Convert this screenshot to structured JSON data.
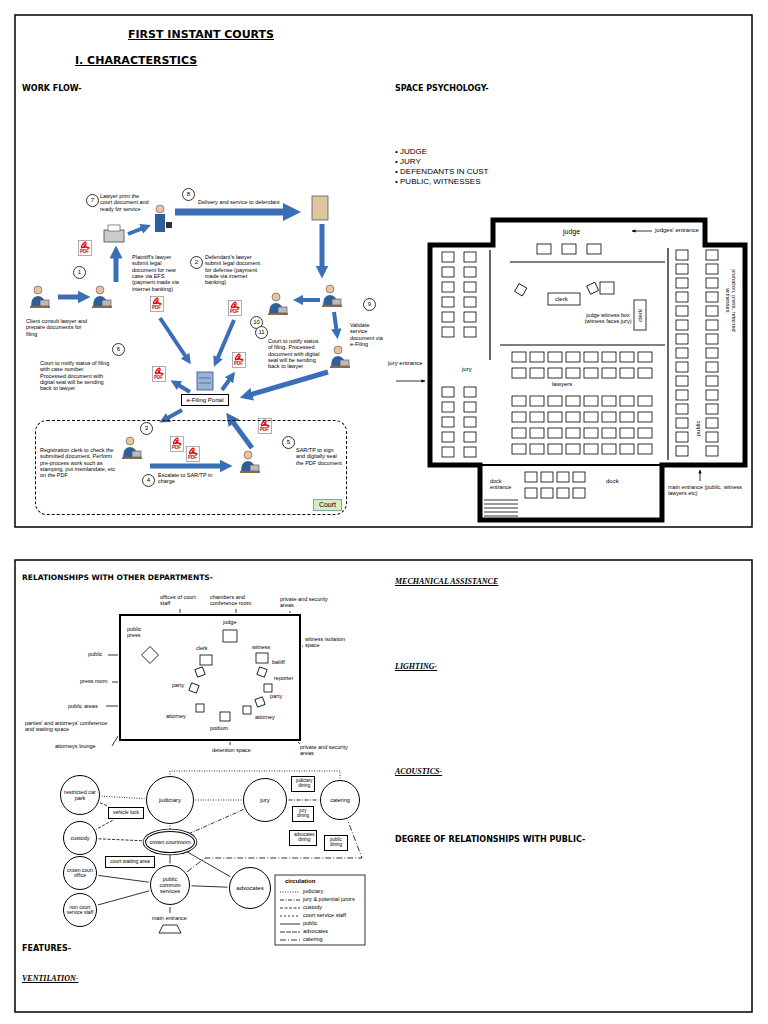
{
  "diagram": {
    "title": "FIRST INSTANT COURTS",
    "nodes": [
      {
        "text": [
          "e-Filing Portal"
        ]
      },
      {
        "text": [
          "Court"
        ]
      },
      {
        "text": [
          "restricted car park"
        ]
      },
      {
        "text": [
          "vehicle lock"
        ]
      },
      {
        "text": [
          "judiciary"
        ]
      },
      {
        "text": [
          "jury"
        ]
      },
      {
        "text": [
          "judiciary dining"
        ]
      },
      {
        "text": [
          "jury dining"
        ]
      },
      {
        "text": [
          "catering"
        ]
      },
      {
        "text": [
          "custody"
        ]
      },
      {
        "text": [
          "crown courtroom"
        ]
      },
      {
        "text": [
          "advocates dining"
        ]
      },
      {
        "text": [
          "public dining"
        ]
      },
      {
        "text": [
          "court waiting area"
        ]
      },
      {
        "text": [
          "public common services"
        ]
      },
      {
        "text": [
          "advocates"
        ]
      },
      {
        "text": [
          "crown court office"
        ]
      },
      {
        "text": [
          "non court service staff"
        ]
      }
    ],
    "edges": [
      {
        "from": 2,
        "to": 4,
        "arrow": "none"
      },
      {
        "from": 2,
        "to": 3,
        "arrow": "none"
      },
      {
        "from": 3,
        "to": 9,
        "arrow": "none"
      },
      {
        "from": 4,
        "to": 5,
        "arrow": "none"
      },
      {
        "from": 4,
        "to": 10,
        "arrow": "none"
      },
      {
        "from": 5,
        "to": 10,
        "arrow": "none"
      },
      {
        "from": 9,
        "to": 10,
        "arrow": "none"
      },
      {
        "from": 4,
        "to": 8,
        "arrow": "none"
      },
      {
        "from": 5,
        "to": 8,
        "arrow": "none"
      },
      {
        "from": 14,
        "to": 10,
        "arrow": "none"
      },
      {
        "from": 14,
        "to": 15,
        "arrow": "none"
      },
      {
        "from": 14,
        "to": 16,
        "arrow": "none"
      },
      {
        "from": 14,
        "to": 17,
        "arrow": "none"
      },
      {
        "from": 15,
        "to": 10,
        "arrow": "none"
      },
      {
        "from": 14,
        "to": 8,
        "arrow": "none"
      }
    ],
    "labels": [
      "I. CHARACTERSTICS",
      "WORK FLOW-",
      "SPACE PSYCHOLOGY-",
      "• JUDGE",
      "• JURY",
      "• DEFENDANTS IN CUST",
      "• PUBLIC, WITNESSES",
      "1",
      "Client consult lawyer and prepare documents for filing",
      "2",
      "Plaintiff's lawyer submit legal document for new case via EFS (payment made via internet banking)",
      "7",
      "Lawyer print the court document and ready for service",
      "8",
      "Delivery and service to defendant",
      "10",
      "Defendant's lawyer submit legal document for defense (payment made via internet banking)",
      "9",
      "Validate service document via e-Filing",
      "11",
      "Court to notify status of filing. Processed document with digital seal will be sending back to lawyer",
      "6",
      "Court to notify status of filing with case number. Processed document with digital seal will be sending back to lawyer",
      "3",
      "Registration clerk to check the submitted document. Perform pre-process work such as stamping, put memlandate, etc on the PDF",
      "4",
      "Escalate to SAR/TP in charge",
      "5",
      "SAR/TP to sign and digitally seal the PDF document",
      "PDF",
      "PDF",
      "PDF",
      "PDF",
      "PDF",
      "PDF",
      "PDF",
      "PDF",
      "judge",
      "judges' entrance",
      "clerk",
      "judge witness box (witness faces jury)",
      "jury entrance",
      "jury",
      "lawyers",
      "clerk",
      "probation, press, retained witnesses",
      "public",
      "dock entrance",
      "dock",
      "main entrance (public, witness lawyers etc)",
      "RELATIONSHIPS WITH OTHER DEPARTMENTS-",
      "MECHANICAL ASSISTANCE",
      "LIGHTING-",
      "ACOUSTICS-",
      "DEGREE OF RELATIONSHIPS WITH PUBLIC-",
      "FEATURES-",
      "VENTILATION-",
      "offices of court staff",
      "chambers and conference room",
      "private and security areas",
      "public press",
      "judge",
      "clerk",
      "witness",
      "witness isolation space",
      "public",
      "press room",
      "bailiff",
      "party",
      "reporter",
      "party",
      "public areas",
      "attorney",
      "podium",
      "attorney",
      "parties' and attorneys' conference and waiting space",
      "attorneys lounge",
      "detention space",
      "private and security areas",
      "main entrance",
      "circulation"
    ],
    "legend": [
      {
        "text": "judiciary"
      },
      {
        "text": "jury & potential jurors"
      },
      {
        "text": "custody"
      },
      {
        "text": "court service staff"
      },
      {
        "text": "public"
      },
      {
        "text": "advocates"
      },
      {
        "text": "catering"
      }
    ]
  }
}
